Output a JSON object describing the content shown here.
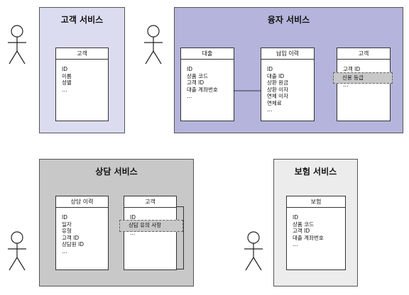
{
  "customer_service": {
    "title": "고객 서비스",
    "entity": {
      "title": "고객",
      "attributes": [
        "ID",
        "이름",
        "성별",
        "…"
      ]
    }
  },
  "loan_service": {
    "title": "융자 서비스",
    "loan": {
      "title": "대출",
      "attributes": [
        "ID",
        "상품 코드",
        "고객 ID",
        "대출 계좌번호",
        "…"
      ]
    },
    "payment_history": {
      "title": "납입 이력",
      "attributes": [
        "ID",
        "대출 ID",
        "상환 원금",
        "상환 이자",
        "연체 이자",
        "연체료",
        "…"
      ]
    },
    "customer": {
      "title": "고객",
      "attributes": [
        "고객 ID",
        "",
        "…"
      ],
      "highlight": "신용 등급"
    }
  },
  "consult_service": {
    "title": "상담 서비스",
    "history": {
      "title": "상담 이력",
      "attributes": [
        "ID",
        "일자",
        "유형",
        "고객 ID",
        "상담원 ID",
        "…"
      ]
    },
    "customer": {
      "title": "고객",
      "attributes": [
        "ID",
        "",
        "…"
      ],
      "highlight": "상담 유의 사항"
    }
  },
  "insurance_service": {
    "title": "보험 서비스",
    "entity": {
      "title": "보험",
      "attributes": [
        "ID",
        "상품 코드",
        "고객 ID",
        "대출 계좌번호",
        "…"
      ]
    }
  },
  "colors": {
    "customer_service_bg": "#dcdcf0",
    "loan_service_bg": "#b4b4dc",
    "consult_service_bg": "#c8c8c8",
    "insurance_service_bg": "#ececec",
    "highlight_bg": "#c8c8c8"
  }
}
